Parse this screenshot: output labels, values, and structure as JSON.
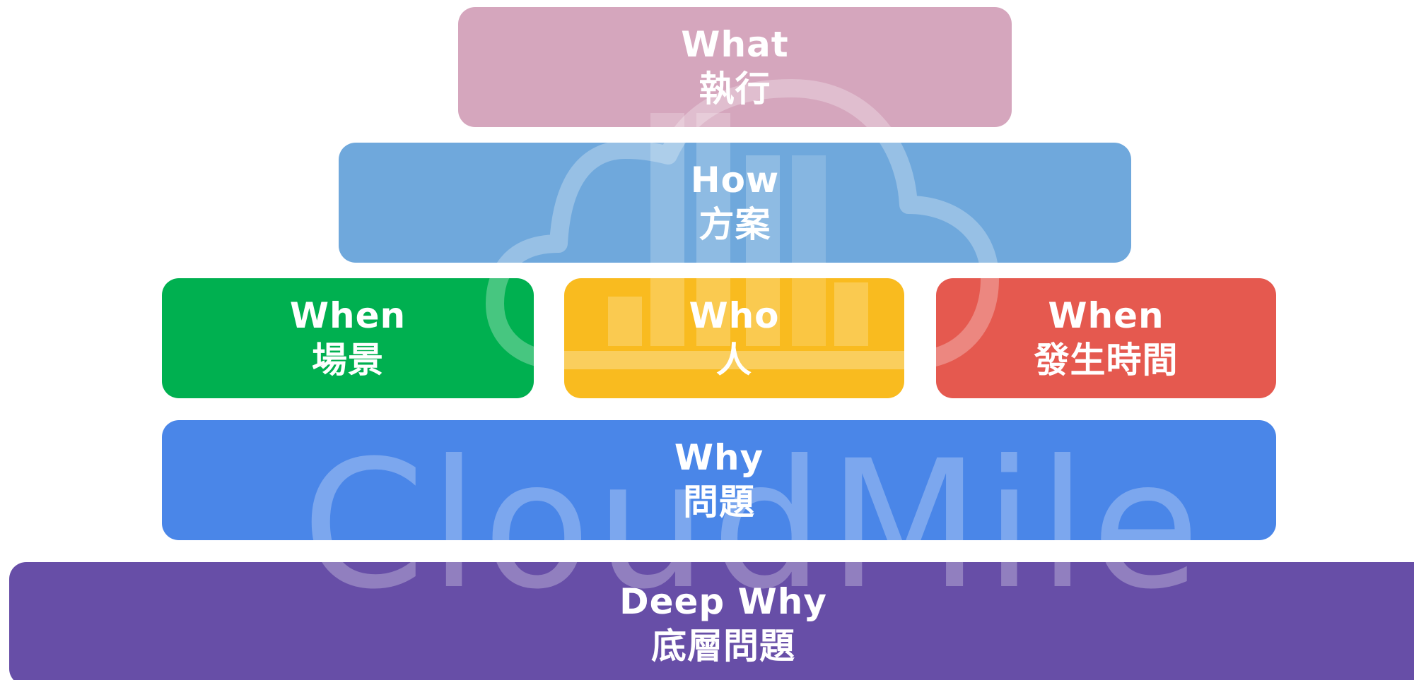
{
  "blocks": {
    "what": {
      "title": "What",
      "subtitle": "執行",
      "color": "#d5a6bd"
    },
    "how": {
      "title": "How",
      "subtitle": "方案",
      "color": "#6fa8dc"
    },
    "when_scene": {
      "title": "When",
      "subtitle": "場景",
      "color": "#00b050"
    },
    "who": {
      "title": "Who",
      "subtitle": "人",
      "color": "#f9bb1f"
    },
    "when_time": {
      "title": "When",
      "subtitle": "發生時間",
      "color": "#e5594f"
    },
    "why": {
      "title": "Why",
      "subtitle": "問題",
      "color": "#4a86e8"
    },
    "deep_why": {
      "title": "Deep Why",
      "subtitle": "底層問題",
      "color": "#674ea7"
    }
  },
  "watermark": {
    "text": "CloudMile",
    "icon": "cloud-building-icon"
  }
}
